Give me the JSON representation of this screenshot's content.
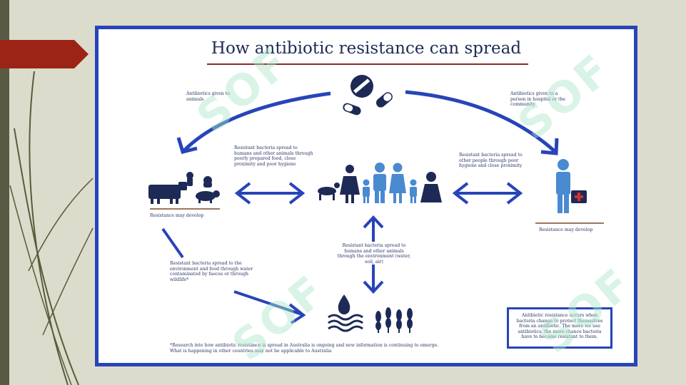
{
  "slide": {
    "title": "How antibiotic resistance can spread",
    "labels": {
      "animals_given": "Antibiotics given to animals",
      "person_given": "Antibiotics given to a person in hospital or the community",
      "spread_animals": "Resistant bacteria spread to humans and other animals through poorly prepared food, close proximity and poor hygiene",
      "spread_people": "Resistant bacteria spread to other people through poor hygiene and close proximity",
      "resist_left": "Resistance may develop",
      "resist_right": "Resistance may develop",
      "env_spread": "Resistant bacteria spread to humans and other animals through the environment (water, soil, air)",
      "water_spread": "Resistant bacteria spread to the environment and food through water contaminated by faeces or through wildlife*",
      "footnote_1": "*Research into how antibiotic resistance is spread in Australia is ongoing and new information is continuing to emerge.",
      "footnote_2": "What is happening in other countries may not be applicable to Australia",
      "note": "Antibiotic resistance occurs when bacteria change to protect themselves from an antibiotic. The more we use antibiotics, the more chance bacteria have to become resistant to them."
    }
  },
  "colors": {
    "accent_blue": "#2744b8",
    "figure_blue": "#4a8ad0",
    "navy": "#1d2a55",
    "tab_red": "#9b2416"
  }
}
